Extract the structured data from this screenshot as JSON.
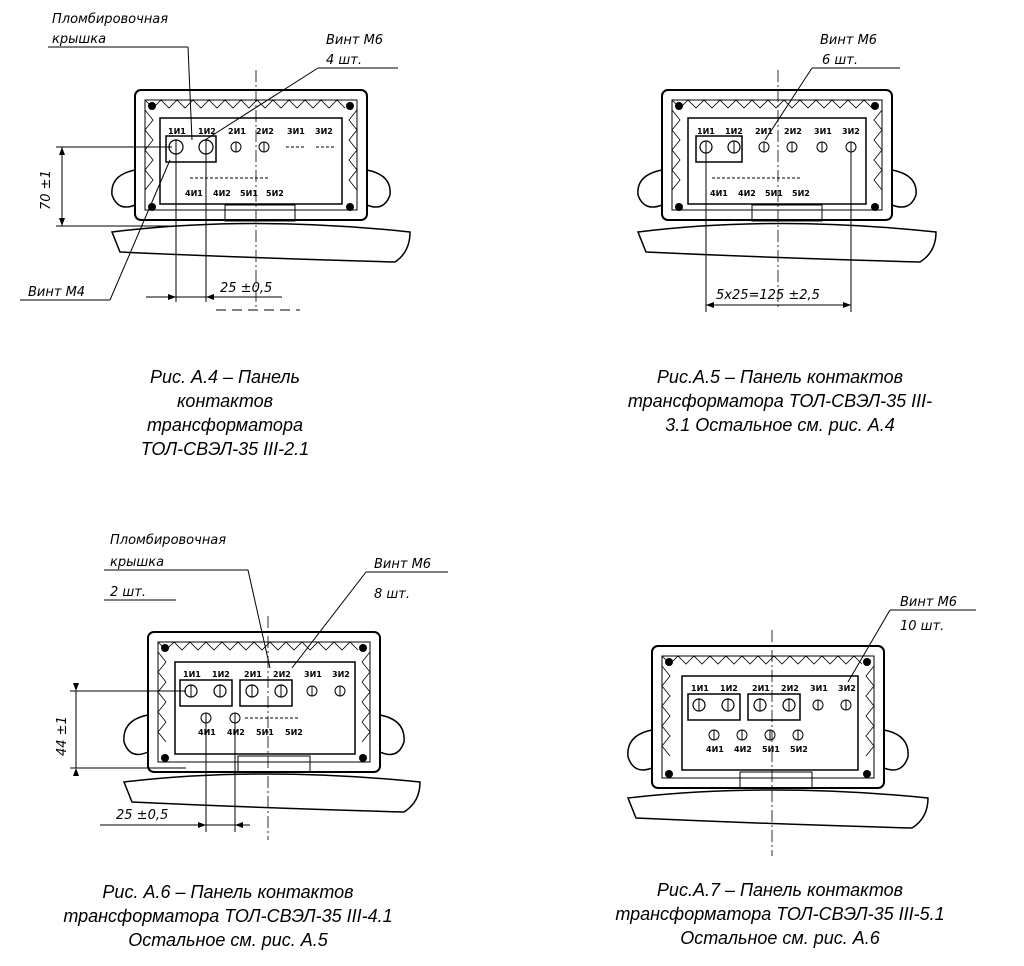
{
  "figures": [
    {
      "id": "a4",
      "labels": {
        "seal_cover_1": "Пломбировочная",
        "seal_cover_2": "крышка",
        "screw_m6": "Винт М6",
        "screw_m6_qty": "4 шт.",
        "screw_m4": "Винт М4",
        "dim_vertical": "70 ±1",
        "dim_horizontal": "25 ±0,5"
      },
      "terminals_top": [
        "1И1",
        "1И2",
        "2И1",
        "2И2",
        "3И1",
        "3И2"
      ],
      "terminals_bottom": [
        "4И1",
        "4И2",
        "5И1",
        "5И2"
      ],
      "caption": [
        "Рис. А.4 – Панель",
        "контактов",
        "трансформатора",
        "ТОЛ-СВЭЛ-35 III-2.1"
      ]
    },
    {
      "id": "a5",
      "labels": {
        "screw_m6": "Винт М6",
        "screw_m6_qty": "6 шт.",
        "dim_horizontal": "5х25=125 ±2,5"
      },
      "terminals_top": [
        "1И1",
        "1И2",
        "2И1",
        "2И2",
        "3И1",
        "3И2"
      ],
      "terminals_bottom": [
        "4И1",
        "4И2",
        "5И1",
        "5И2"
      ],
      "caption": [
        "Рис.А.5 – Панель контактов",
        "трансформатора ТОЛ-СВЭЛ-35 III-",
        "3.1 Остальное см. рис. А.4"
      ]
    },
    {
      "id": "a6",
      "labels": {
        "seal_cover_1": "Пломбировочная",
        "seal_cover_2": "крышка",
        "seal_cover_qty": "2 шт.",
        "screw_m6": "Винт М6",
        "screw_m6_qty": "8 шт.",
        "dim_vertical": "44 ±1",
        "dim_horizontal": "25 ±0,5"
      },
      "terminals_top": [
        "1И1",
        "1И2",
        "2И1",
        "2И2",
        "3И1",
        "3И2"
      ],
      "terminals_bottom": [
        "4И1",
        "4И2",
        "5И1",
        "5И2"
      ],
      "caption": [
        "Рис. А.6 – Панель контактов",
        "трансформатора ТОЛ-СВЭЛ-35 III-4.1",
        "Остальное см. рис. А.5"
      ]
    },
    {
      "id": "a7",
      "labels": {
        "screw_m6": "Винт М6",
        "screw_m6_qty": "10 шт."
      },
      "terminals_top": [
        "1И1",
        "1И2",
        "2И1",
        "2И2",
        "3И1",
        "3И2"
      ],
      "terminals_bottom": [
        "4И1",
        "4И2",
        "5И1",
        "5И2"
      ],
      "caption": [
        "Рис.А.7 – Панель контактов",
        "трансформатора ТОЛ-СВЭЛ-35 III-5.1",
        "Остальное см. рис. А.6"
      ]
    }
  ]
}
